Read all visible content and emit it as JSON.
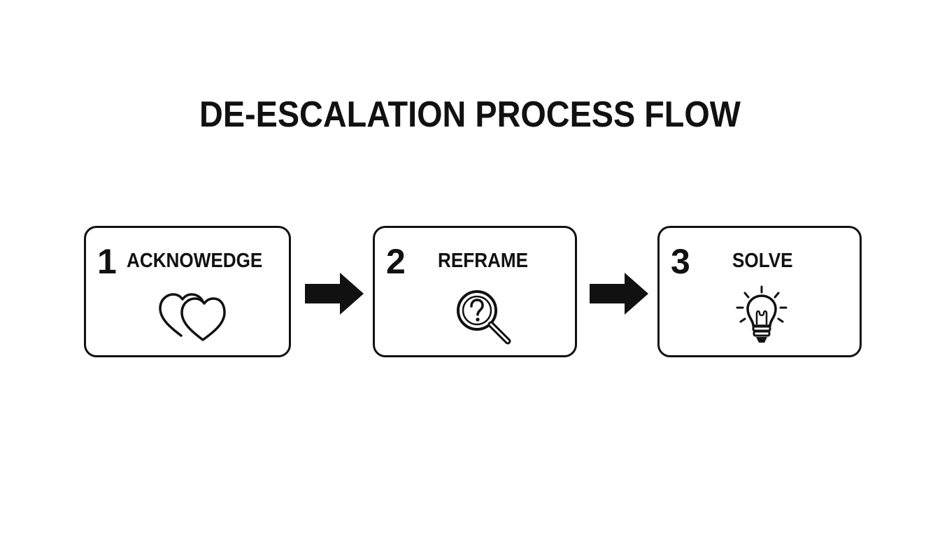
{
  "title": "DE-ESCALATION PROCESS FLOW",
  "steps": [
    {
      "number": "1",
      "label": "ACKNOWEDGE",
      "icon": "hearts-icon"
    },
    {
      "number": "2",
      "label": "REFRAME",
      "icon": "magnifier-question-icon"
    },
    {
      "number": "3",
      "label": "SOLVE",
      "icon": "lightbulb-icon"
    }
  ],
  "colors": {
    "ink": "#111111",
    "background": "#ffffff"
  }
}
